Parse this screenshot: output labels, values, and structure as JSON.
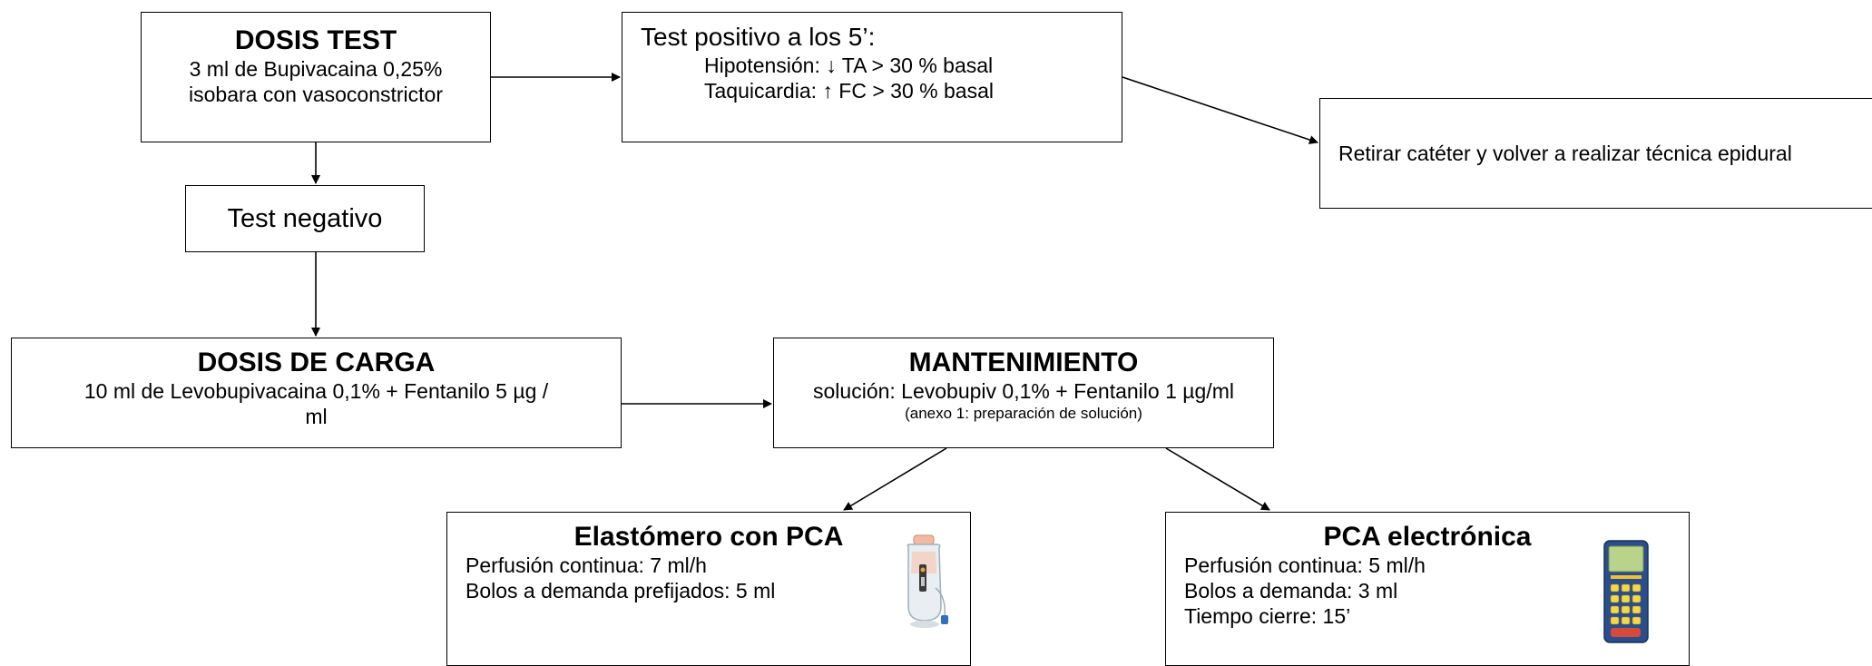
{
  "dosis_test": {
    "title": "DOSIS TEST",
    "line1": "3 ml de Bupivacaina 0,25%",
    "line2": "isobara con vasoconstrictor"
  },
  "test_positivo": {
    "title": "Test positivo a los 5’:",
    "line1": "Hipotensión: ↓ TA > 30 % basal",
    "line2": "Taquicardia: ↑ FC > 30 % basal"
  },
  "retirar": {
    "text": "Retirar catéter y volver a realizar técnica epidural"
  },
  "test_negativo": {
    "text": "Test negativo"
  },
  "dosis_carga": {
    "title": "DOSIS DE CARGA",
    "line1": "10 ml  de Levobupivacaina 0,1% + Fentanilo 5 µg /",
    "line2": "ml"
  },
  "mantenimiento": {
    "title": "MANTENIMIENTO",
    "line1": "solución: Levobupiv 0,1% + Fentanilo 1 µg/ml",
    "line2": "(anexo 1: preparación de solución)"
  },
  "elastomero": {
    "title": "Elastómero con PCA",
    "line1": "Perfusión continua: 7 ml/h",
    "line2": "Bolos a demanda prefijados: 5 ml"
  },
  "pca_electronica": {
    "title": "PCA electrónica",
    "line1": "Perfusión continua: 5 ml/h",
    "line2": "Bolos a demanda: 3 ml",
    "line3": "Tiempo cierre: 15’"
  }
}
